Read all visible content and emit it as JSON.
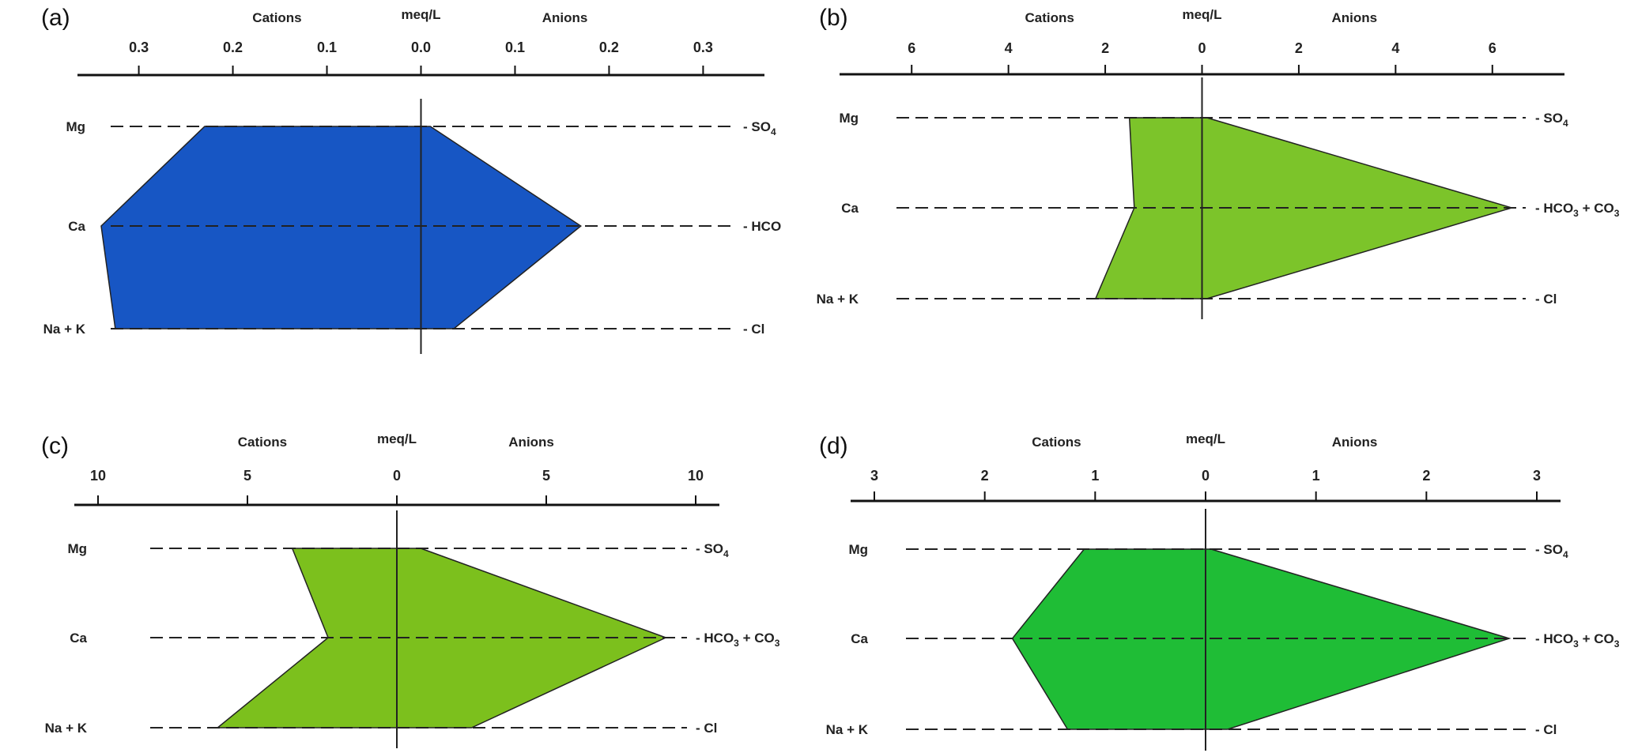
{
  "chart_data": [
    {
      "panel": "(a)",
      "type": "area",
      "header": {
        "left": "Cations",
        "center": "meq/L",
        "right": "Anions"
      },
      "xlim": [
        -0.34,
        0.34
      ],
      "ticks": [
        -0.3,
        -0.2,
        -0.1,
        0.0,
        0.1,
        0.2,
        0.3
      ],
      "tick_labels": [
        "0.3",
        "0.2",
        "0.1",
        "0.0",
        "0.1",
        "0.2",
        "0.3"
      ],
      "cation_labels": [
        "Mg",
        "Ca",
        "Na + K"
      ],
      "anion_labels": [
        {
          "base": "SO",
          "sub": "4",
          "tail": ""
        },
        {
          "base": "HCO",
          "sub": "",
          "tail": ""
        },
        {
          "base": "Cl",
          "sub": "",
          "tail": ""
        }
      ],
      "cations": [
        0.23,
        0.34,
        0.325
      ],
      "anions": [
        0.01,
        0.17,
        0.035
      ],
      "color": "#1756c4"
    },
    {
      "panel": "(b)",
      "type": "area",
      "header": {
        "left": "Cations",
        "center": "meq/L",
        "right": "Anions"
      },
      "xlim": [
        -7,
        7
      ],
      "ticks": [
        -6,
        -4,
        -2,
        0,
        2,
        4,
        6
      ],
      "tick_labels": [
        "6",
        "4",
        "2",
        "0",
        "2",
        "4",
        "6"
      ],
      "cation_labels": [
        "Mg",
        "Ca",
        "Na + K"
      ],
      "anion_labels": [
        {
          "base": "SO",
          "sub": "4",
          "tail": ""
        },
        {
          "base": "HCO",
          "sub": "3",
          "tail": " + CO",
          "sub2": "3"
        },
        {
          "base": "Cl",
          "sub": "",
          "tail": ""
        }
      ],
      "cations": [
        1.5,
        1.4,
        2.2
      ],
      "anions": [
        0.1,
        6.4,
        0.1
      ],
      "color": "#7cc42a"
    },
    {
      "panel": "(c)",
      "type": "area",
      "header": {
        "left": "Cations",
        "center": "meq/L",
        "right": "Anions"
      },
      "xlim": [
        -10,
        10
      ],
      "ticks": [
        -10,
        -5,
        0,
        5,
        10
      ],
      "tick_labels": [
        "10",
        "5",
        "0",
        "5",
        "10"
      ],
      "cation_labels": [
        "Mg",
        "Ca",
        "Na + K"
      ],
      "anion_labels": [
        {
          "base": "SO",
          "sub": "4",
          "tail": ""
        },
        {
          "base": "HCO",
          "sub": "3",
          "tail": " + CO",
          "sub2": "3"
        },
        {
          "base": "Cl",
          "sub": "",
          "tail": ""
        }
      ],
      "cations": [
        3.5,
        2.3,
        6.0
      ],
      "anions": [
        0.8,
        9.0,
        2.5
      ],
      "color": "#7cc01d"
    },
    {
      "panel": "(d)",
      "type": "area",
      "header": {
        "left": "Cations",
        "center": "meq/L",
        "right": "Anions"
      },
      "xlim": [
        -3,
        3
      ],
      "ticks": [
        -3,
        -2,
        -1,
        0,
        1,
        2,
        3
      ],
      "tick_labels": [
        "3",
        "2",
        "1",
        "0",
        "1",
        "2",
        "3"
      ],
      "cation_labels": [
        "Mg",
        "Ca",
        "Na + K"
      ],
      "anion_labels": [
        {
          "base": "SO",
          "sub": "4",
          "tail": ""
        },
        {
          "base": "HCO",
          "sub": "3",
          "tail": " + CO",
          "sub2": "3"
        },
        {
          "base": "Cl",
          "sub": "",
          "tail": ""
        }
      ],
      "cations": [
        1.1,
        1.75,
        1.25
      ],
      "anions": [
        0.05,
        2.75,
        0.2
      ],
      "color": "#1fbd36"
    }
  ]
}
